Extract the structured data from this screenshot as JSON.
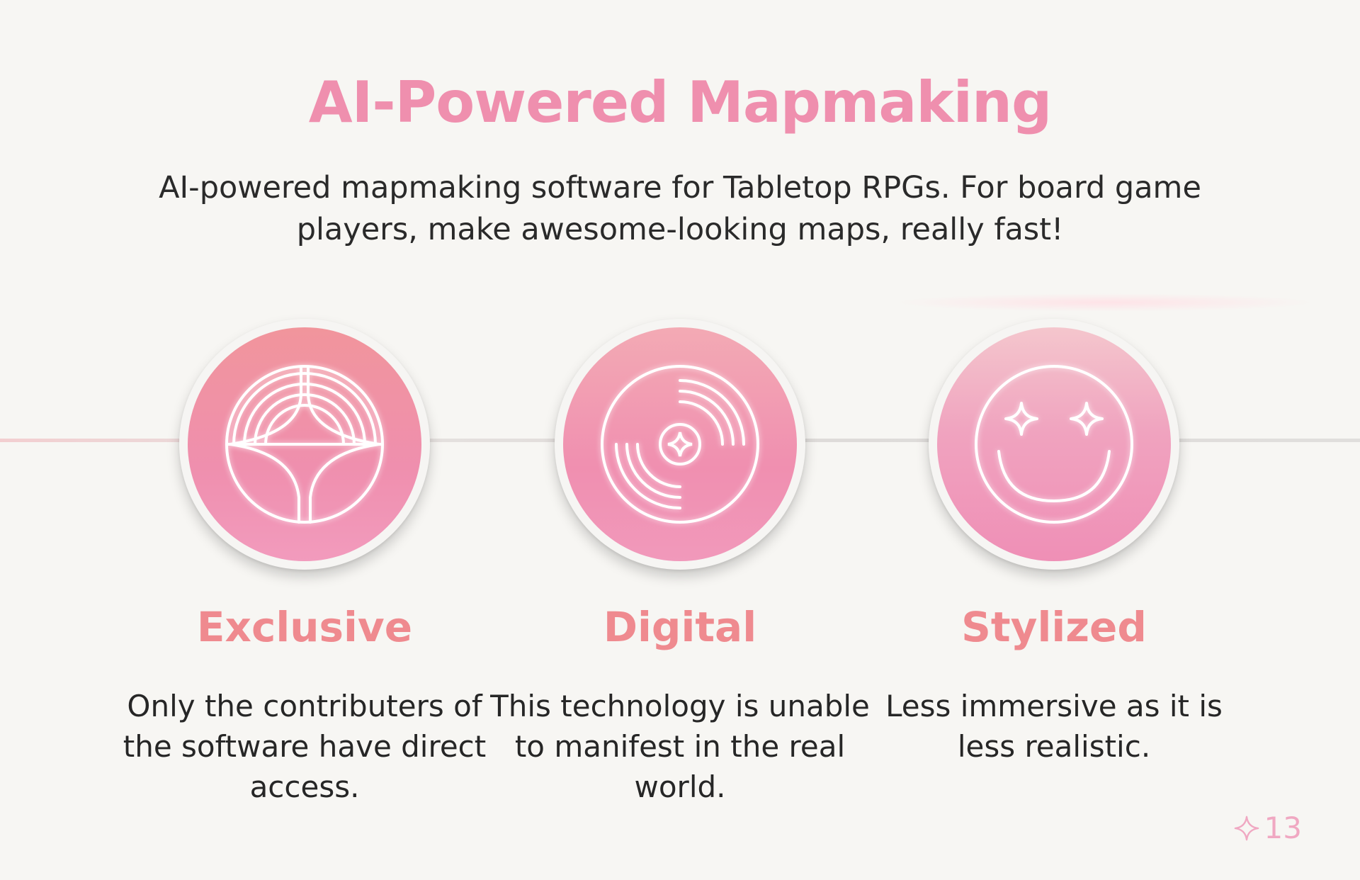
{
  "title": "AI-Powered Mapmaking",
  "subtitle": "AI-powered mapmaking software for Tabletop RPGs. For board game players, make awesome-looking maps, really fast!",
  "colors": {
    "title": "#ef8fae",
    "feature_title": "#ef8a8f",
    "body_text": "#262626",
    "background": "#f7f6f3",
    "page_number": "#f0a8c2"
  },
  "features": [
    {
      "icon": "arch-star-icon",
      "title": "Exclusive",
      "text": "Only the contributers of the software have direct access."
    },
    {
      "icon": "vinyl-record-icon",
      "title": "Digital",
      "text": "This technology is unable to manifest in the real world."
    },
    {
      "icon": "star-eyes-smiley-icon",
      "title": "Stylized",
      "text": "Less immersive as it is less realistic."
    }
  ],
  "page_number": "13",
  "page_number_icon": "sparkle-icon"
}
